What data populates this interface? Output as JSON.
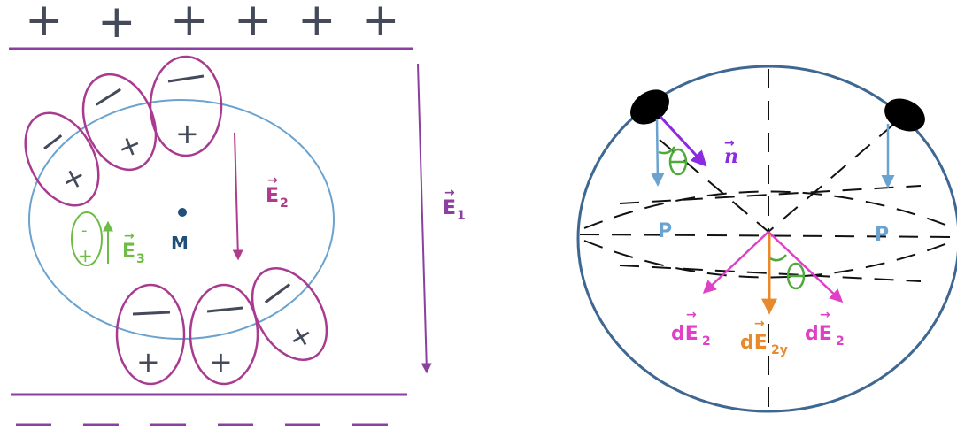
{
  "left_panel": {
    "top_plate_charge": "+",
    "bottom_plate_charge": "—",
    "label_E1_base": "E",
    "label_E1_sub": "1",
    "label_E2_base": "E",
    "label_E2_sub": "2",
    "label_E3_base": "E",
    "label_E3_sub": "3",
    "label_M": "M",
    "dipole_minus": "—",
    "dipole_plus": "+",
    "small_minus": "-",
    "small_plus": "+",
    "arrow_symbol": "→"
  },
  "right_panel": {
    "label_n": "n",
    "label_P_left": "P",
    "label_P_right": "P",
    "label_dE2_left_base": "dE",
    "label_dE2_left_sub": "2",
    "label_dE2y_base": "dE",
    "label_dE2y_sub": "2y",
    "label_dE2_right_base": "dE",
    "label_dE2_right_sub": "2",
    "arrow_symbol": "→"
  },
  "colors": {
    "plate": "#8b3fa0",
    "charge": "#444a5a",
    "dipole_outline": "#a83a90",
    "cavity_outline": "#6aa3d0",
    "e1_arrow": "#8b3fa0",
    "e2_arrow": "#b03a8c",
    "e3_green": "#6cbc46",
    "m_dot": "#1f4f7a",
    "sphere_outline": "#3e6791",
    "dashed": "#111111",
    "blob": "#000000",
    "p_arrow": "#6aa3d0",
    "n_arrow": "#8a2be2",
    "theta_green": "#4fa93a",
    "de2_magenta": "#e040c8",
    "de2y_orange": "#e8892c"
  }
}
